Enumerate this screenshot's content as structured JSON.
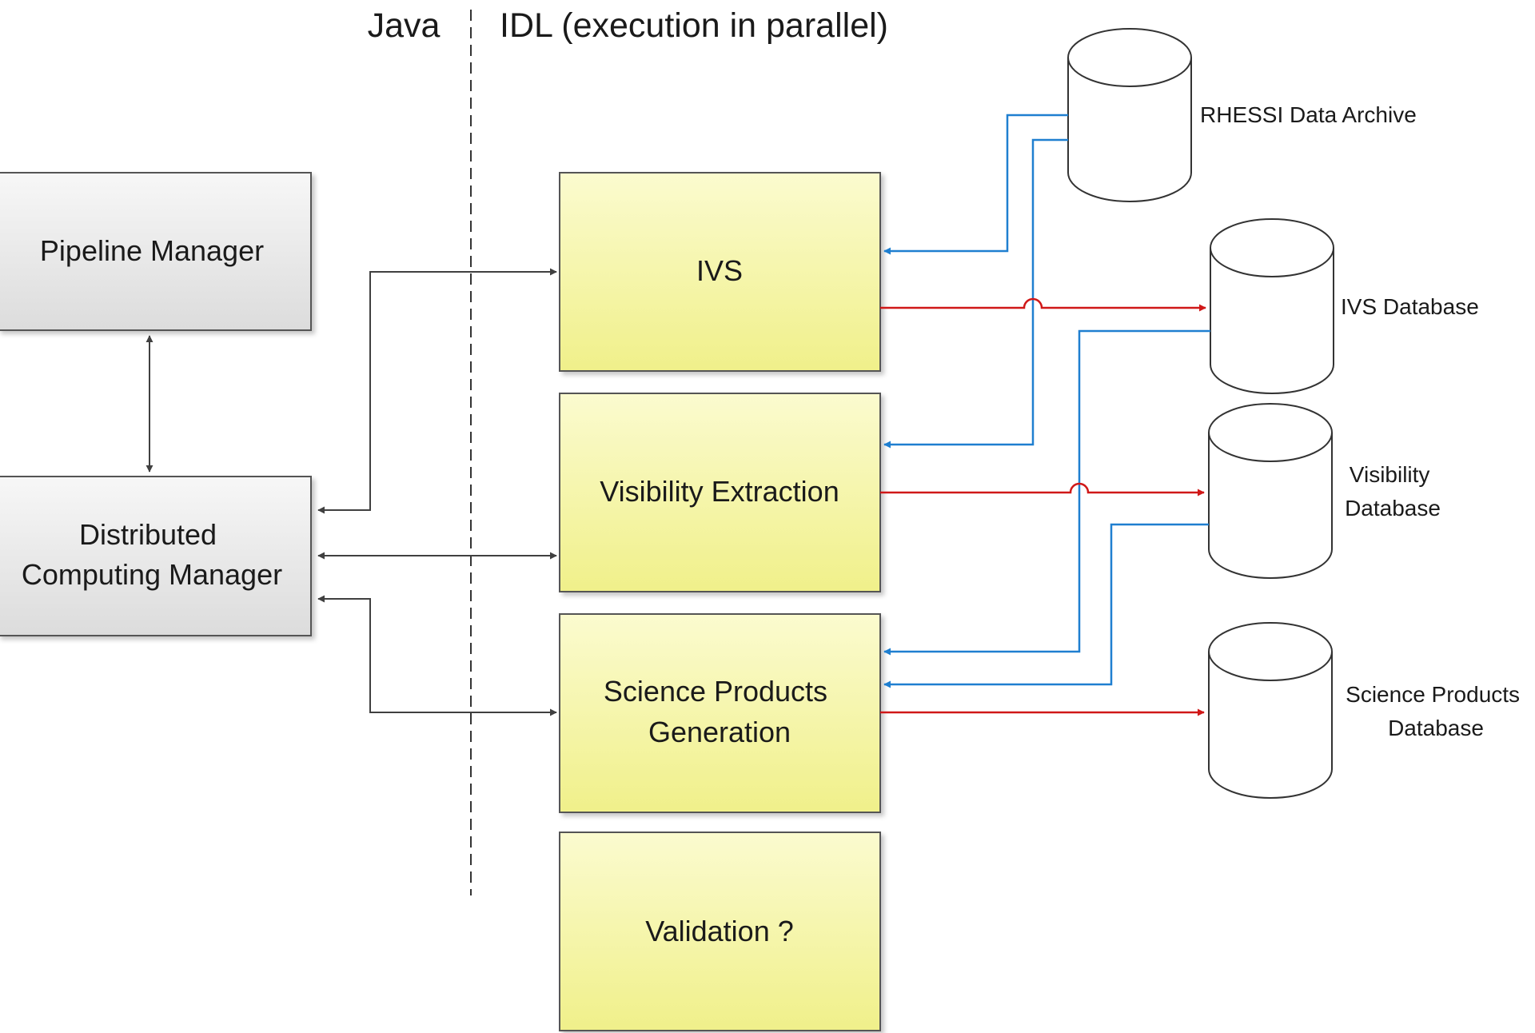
{
  "headers": {
    "java": "Java",
    "idl": "IDL (execution in parallel)"
  },
  "boxes": {
    "pipeline_manager": {
      "lines": [
        "Pipeline Manager"
      ]
    },
    "distributed_computing_manager": {
      "lines": [
        "Distributed",
        "Computing Manager"
      ]
    },
    "ivs": {
      "lines": [
        "IVS"
      ]
    },
    "visibility_extraction": {
      "lines": [
        "Visibility Extraction"
      ]
    },
    "science_products_generation": {
      "lines": [
        "Science Products",
        "Generation"
      ]
    },
    "validation": {
      "lines": [
        "Validation ?"
      ]
    }
  },
  "databases": {
    "rhessi_archive": {
      "lines": [
        "RHESSI Data Archive"
      ]
    },
    "ivs_db": {
      "lines": [
        "IVS Database"
      ]
    },
    "visibility_db": {
      "lines": [
        "Visibility",
        "Database"
      ]
    },
    "science_products_db": {
      "lines": [
        "Science Products",
        "Database"
      ]
    }
  },
  "colors": {
    "java_box_fill_top": "#f7f7f7",
    "java_box_fill_bottom": "#dcdcdc",
    "idl_box_fill_top": "#fbfbcf",
    "idl_box_fill_bottom": "#f0f08a",
    "control_arrow": "#404040",
    "input_arrow": "#1f7fd0",
    "output_arrow": "#d01818"
  }
}
